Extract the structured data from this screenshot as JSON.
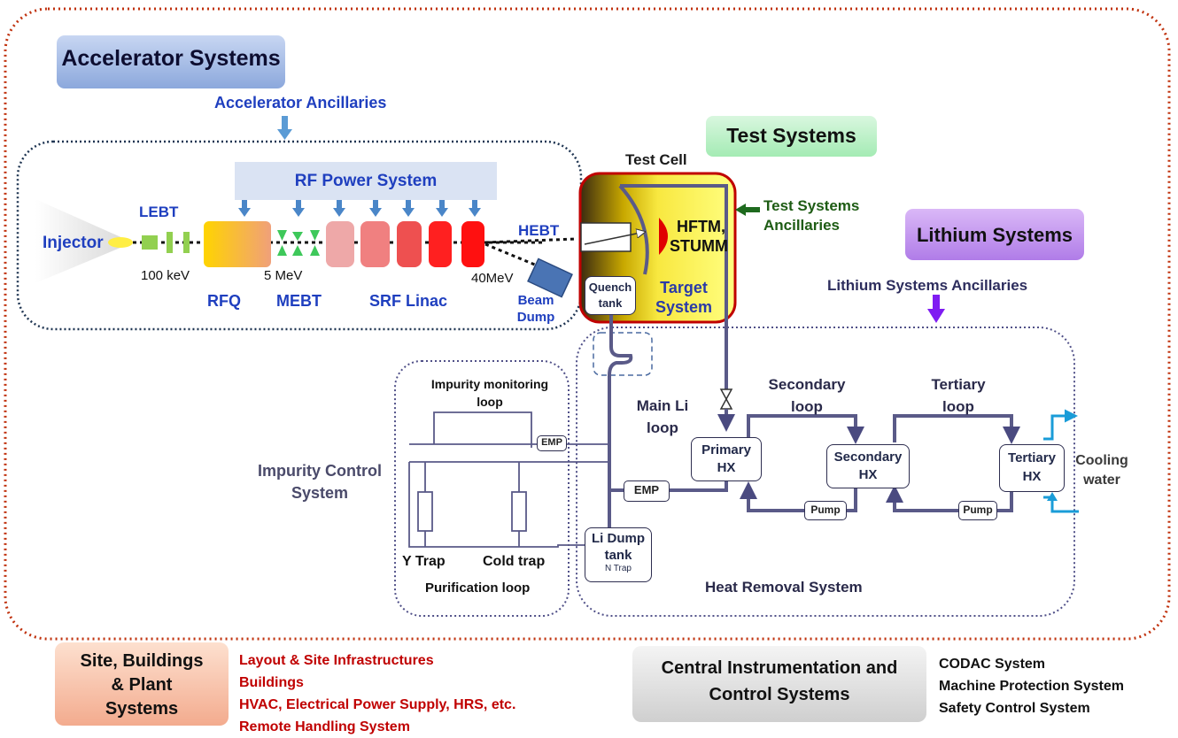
{
  "headers": {
    "accelerator_systems": "Accelerator Systems",
    "test_systems": "Test Systems",
    "lithium_systems": "Lithium Systems",
    "site_buildings": [
      "Site, Buildings",
      "& Plant",
      "Systems"
    ],
    "central_ic": [
      "Central Instrumentation and",
      "Control Systems"
    ]
  },
  "accelerator": {
    "ancillaries": "Accelerator Ancillaries",
    "rf_power": "RF Power System",
    "injector": "Injector",
    "lebt": "LEBT",
    "energy_100kev": "100 keV",
    "rfq": "RFQ",
    "energy_5mev": "5 MeV",
    "mebt": "MEBT",
    "srf_linac": "SRF Linac",
    "energy_40mev": "40MeV",
    "hebt": "HEBT",
    "beam_dump": [
      "Beam",
      "Dump"
    ]
  },
  "test": {
    "test_cell": "Test Cell",
    "hftm": [
      "HFTM,",
      "STUMM"
    ],
    "target_system": [
      "Target",
      "System"
    ],
    "quench_tank": [
      "Quench",
      "tank"
    ],
    "ancillaries": [
      "Test Systems",
      "Ancillaries"
    ]
  },
  "lithium": {
    "ancillaries": "Lithium Systems Ancillaries",
    "impurity_monitoring": [
      "Impurity monitoring",
      "loop"
    ],
    "emp": "EMP",
    "impurity_control": [
      "Impurity Control",
      "System"
    ],
    "y_trap": "Y Trap",
    "cold_trap": "Cold trap",
    "purification_loop": "Purification loop",
    "li_dump": [
      "Li Dump",
      "tank"
    ],
    "n_trap": "N Trap",
    "main_li_loop": [
      "Main Li",
      "loop"
    ],
    "secondary_loop": [
      "Secondary",
      "loop"
    ],
    "tertiary_loop": [
      "Tertiary",
      "loop"
    ],
    "primary_hx": [
      "Primary",
      "HX"
    ],
    "secondary_hx": [
      "Secondary",
      "HX"
    ],
    "tertiary_hx": [
      "Tertiary",
      "HX"
    ],
    "pump": "Pump",
    "cooling_water": [
      "Cooling",
      "water"
    ],
    "heat_removal": "Heat Removal System"
  },
  "site_items": [
    "Layout & Site Infrastructures",
    "Buildings",
    "HVAC, Electrical Power Supply, HRS, etc.",
    "Remote Handling System"
  ],
  "ic_items": [
    "CODAC System",
    "Machine Protection System",
    "Safety Control System"
  ],
  "colors": {
    "outer_border": "#c0320e",
    "dotted_navy": "#1f3552",
    "pipe": "#5a5a88",
    "blue_text": "#1f3fbf",
    "red_text": "#c00000",
    "lithium_purple": "#7f1cf2",
    "cooling_blue": "#1a9cd8"
  }
}
